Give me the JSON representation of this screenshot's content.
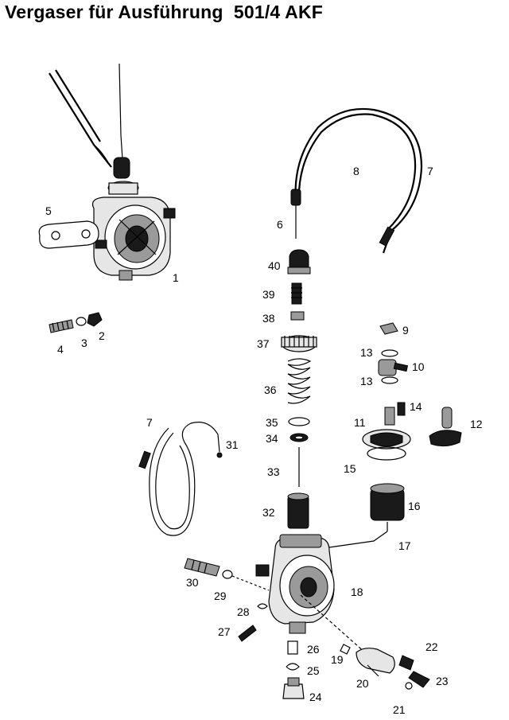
{
  "title": "Vergaser für Ausführung  501/4 AKF",
  "part_labels": {
    "p1": "1",
    "p2": "2",
    "p3": "3",
    "p4": "4",
    "p5": "5",
    "p6": "6",
    "p7a": "7",
    "p7b": "7",
    "p8": "8",
    "p9": "9",
    "p10": "10",
    "p11": "11",
    "p12": "12",
    "p13a": "13",
    "p13b": "13",
    "p14": "14",
    "p15": "15",
    "p16": "16",
    "p17": "17",
    "p18": "18",
    "p19": "19",
    "p20": "20",
    "p21": "21",
    "p22": "22",
    "p23": "23",
    "p24": "24",
    "p25": "25",
    "p26": "26",
    "p27": "27",
    "p28": "28",
    "p29": "29",
    "p30": "30",
    "p31": "31",
    "p32": "32",
    "p33": "33",
    "p34": "34",
    "p35": "35",
    "p36": "36",
    "p37": "37",
    "p38": "38",
    "p39": "39",
    "p40": "40"
  }
}
